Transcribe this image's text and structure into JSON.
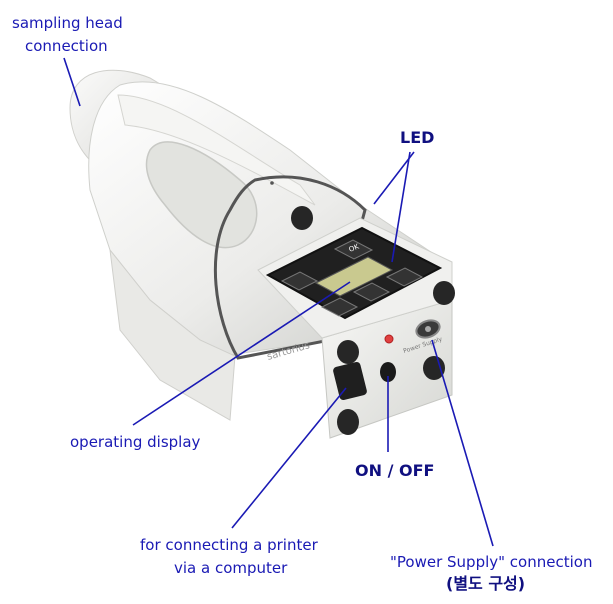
{
  "labels": {
    "sampling_head_line1": "sampling head",
    "sampling_head_line2": "connection",
    "led": "LED",
    "operating_display": "operating display",
    "on_off": "ON / OFF",
    "printer_line1": "for connecting a printer",
    "printer_line2": "via a computer",
    "power_line1": "\"Power Supply\" connection",
    "power_line2": "(별도 구성)"
  },
  "device": {
    "brand": "sartorius",
    "ok_key": "OK",
    "port_label": "Power Supply"
  },
  "colors": {
    "label_blue": "#1a1ab4",
    "label_bold": "#101080",
    "leader_line": "#1a1ab4",
    "body_white": "#f2f2f0",
    "body_shadow": "#cfd0cc",
    "key_black": "#1e1e1e",
    "lcd_green": "#c9c98f",
    "led_red": "#e04040"
  }
}
